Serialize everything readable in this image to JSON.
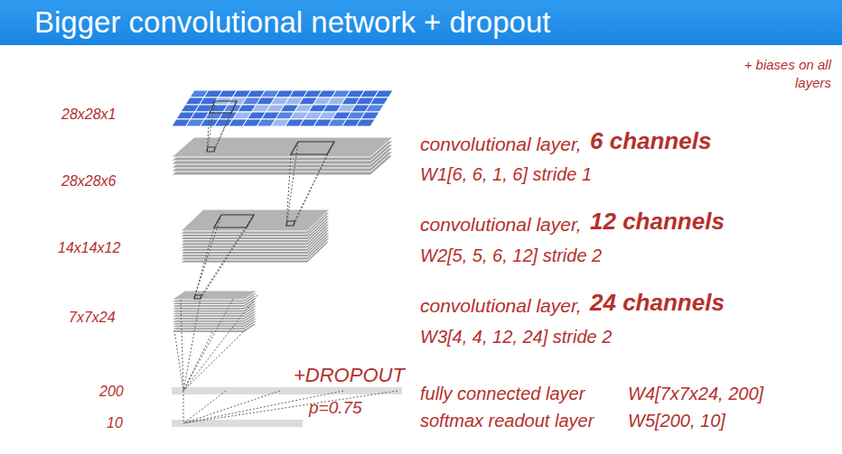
{
  "diagram": {
    "title": "Bigger convolutional network + dropout",
    "labels": [
      "+ biases on all layers",
      "28x28x1",
      "convolutional layer,",
      "6 channels",
      "28x28x6",
      "W1[6, 6, 1, 6] stride 1",
      "convolutional layer,",
      "12 channels",
      "14x14x12",
      "W2[5, 5, 6, 12] stride 2",
      "convolutional layer,",
      "24 channels",
      "7x7x24",
      "W3[4, 4, 12, 24] stride 2",
      "+DROPOUT",
      "200",
      "fully connected layer",
      "W4[7x7x24, 200]",
      "p=0.75",
      "10",
      "softmax readout layer",
      "W5[200, 10]"
    ]
  }
}
